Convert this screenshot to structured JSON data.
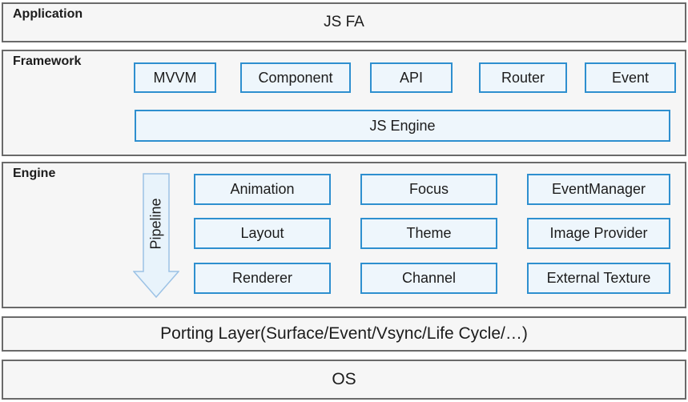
{
  "colors": {
    "section_bg": "#f6f6f6",
    "section_border": "#6a6a6a",
    "box_bg": "#eef6fc",
    "box_border": "#2e8fcf",
    "arrow_fill": "#e8f3fb",
    "arrow_stroke": "#9cc2e5",
    "text": "#1c1c1c"
  },
  "application": {
    "label": "Application",
    "content": "JS FA"
  },
  "framework": {
    "label": "Framework",
    "boxes": [
      "MVVM",
      "Component",
      "API",
      "Router",
      "Event"
    ],
    "engine_box": "JS Engine"
  },
  "engine": {
    "label": "Engine",
    "pipeline": "Pipeline",
    "boxes": [
      "Animation",
      "Focus",
      "EventManager",
      "Layout",
      "Theme",
      "Image Provider",
      "Renderer",
      "Channel",
      "External Texture"
    ]
  },
  "porting_layer": {
    "label": "Porting Layer(Surface/Event/Vsync/Life Cycle/…)"
  },
  "os": {
    "label": "OS"
  }
}
